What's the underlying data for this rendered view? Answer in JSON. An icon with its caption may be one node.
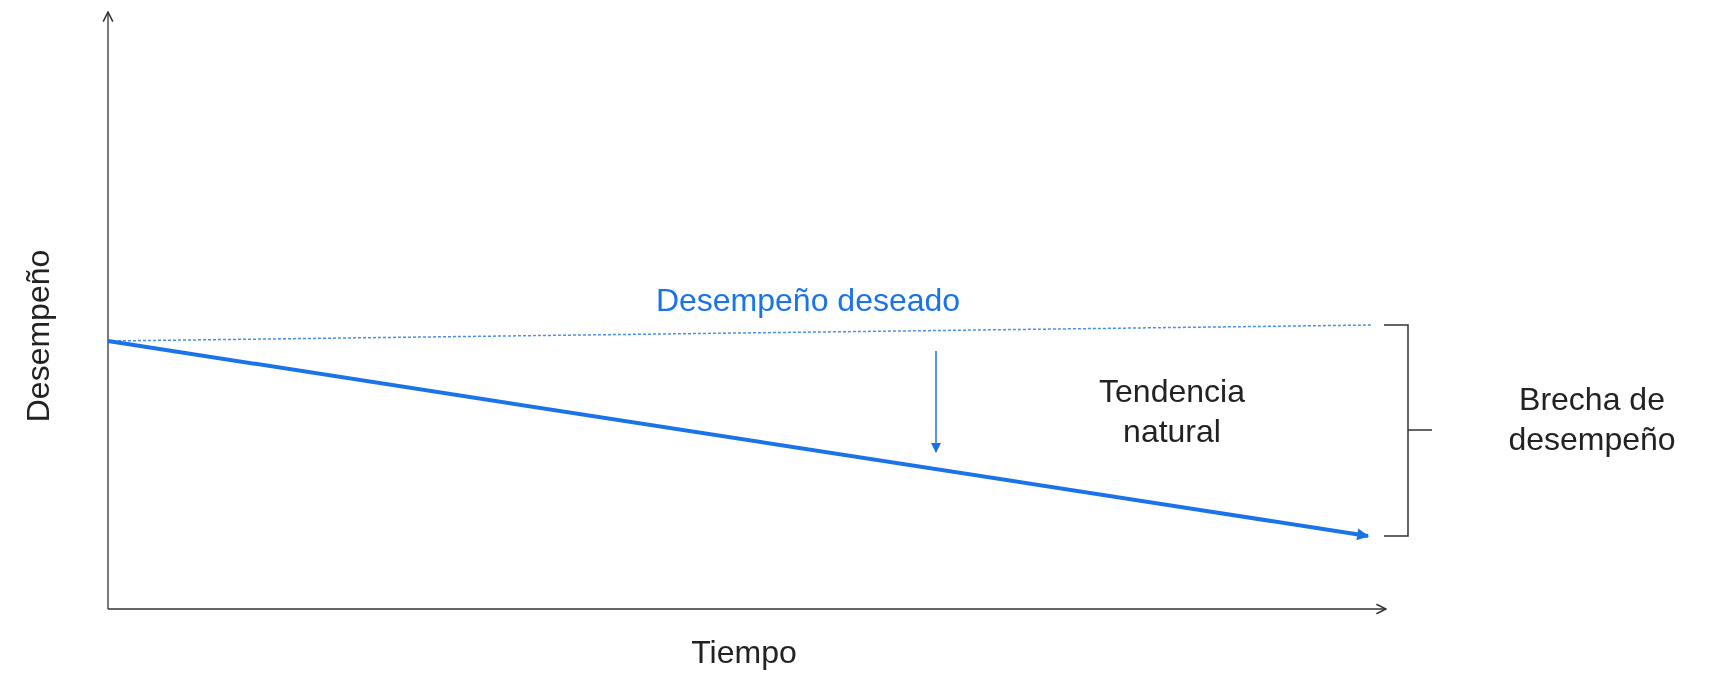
{
  "diagram": {
    "labels": [
      "Desempeño",
      "Desempeño deseado",
      "Tendencia natural",
      "Brecha de desempeño",
      "Tiempo"
    ]
  }
}
